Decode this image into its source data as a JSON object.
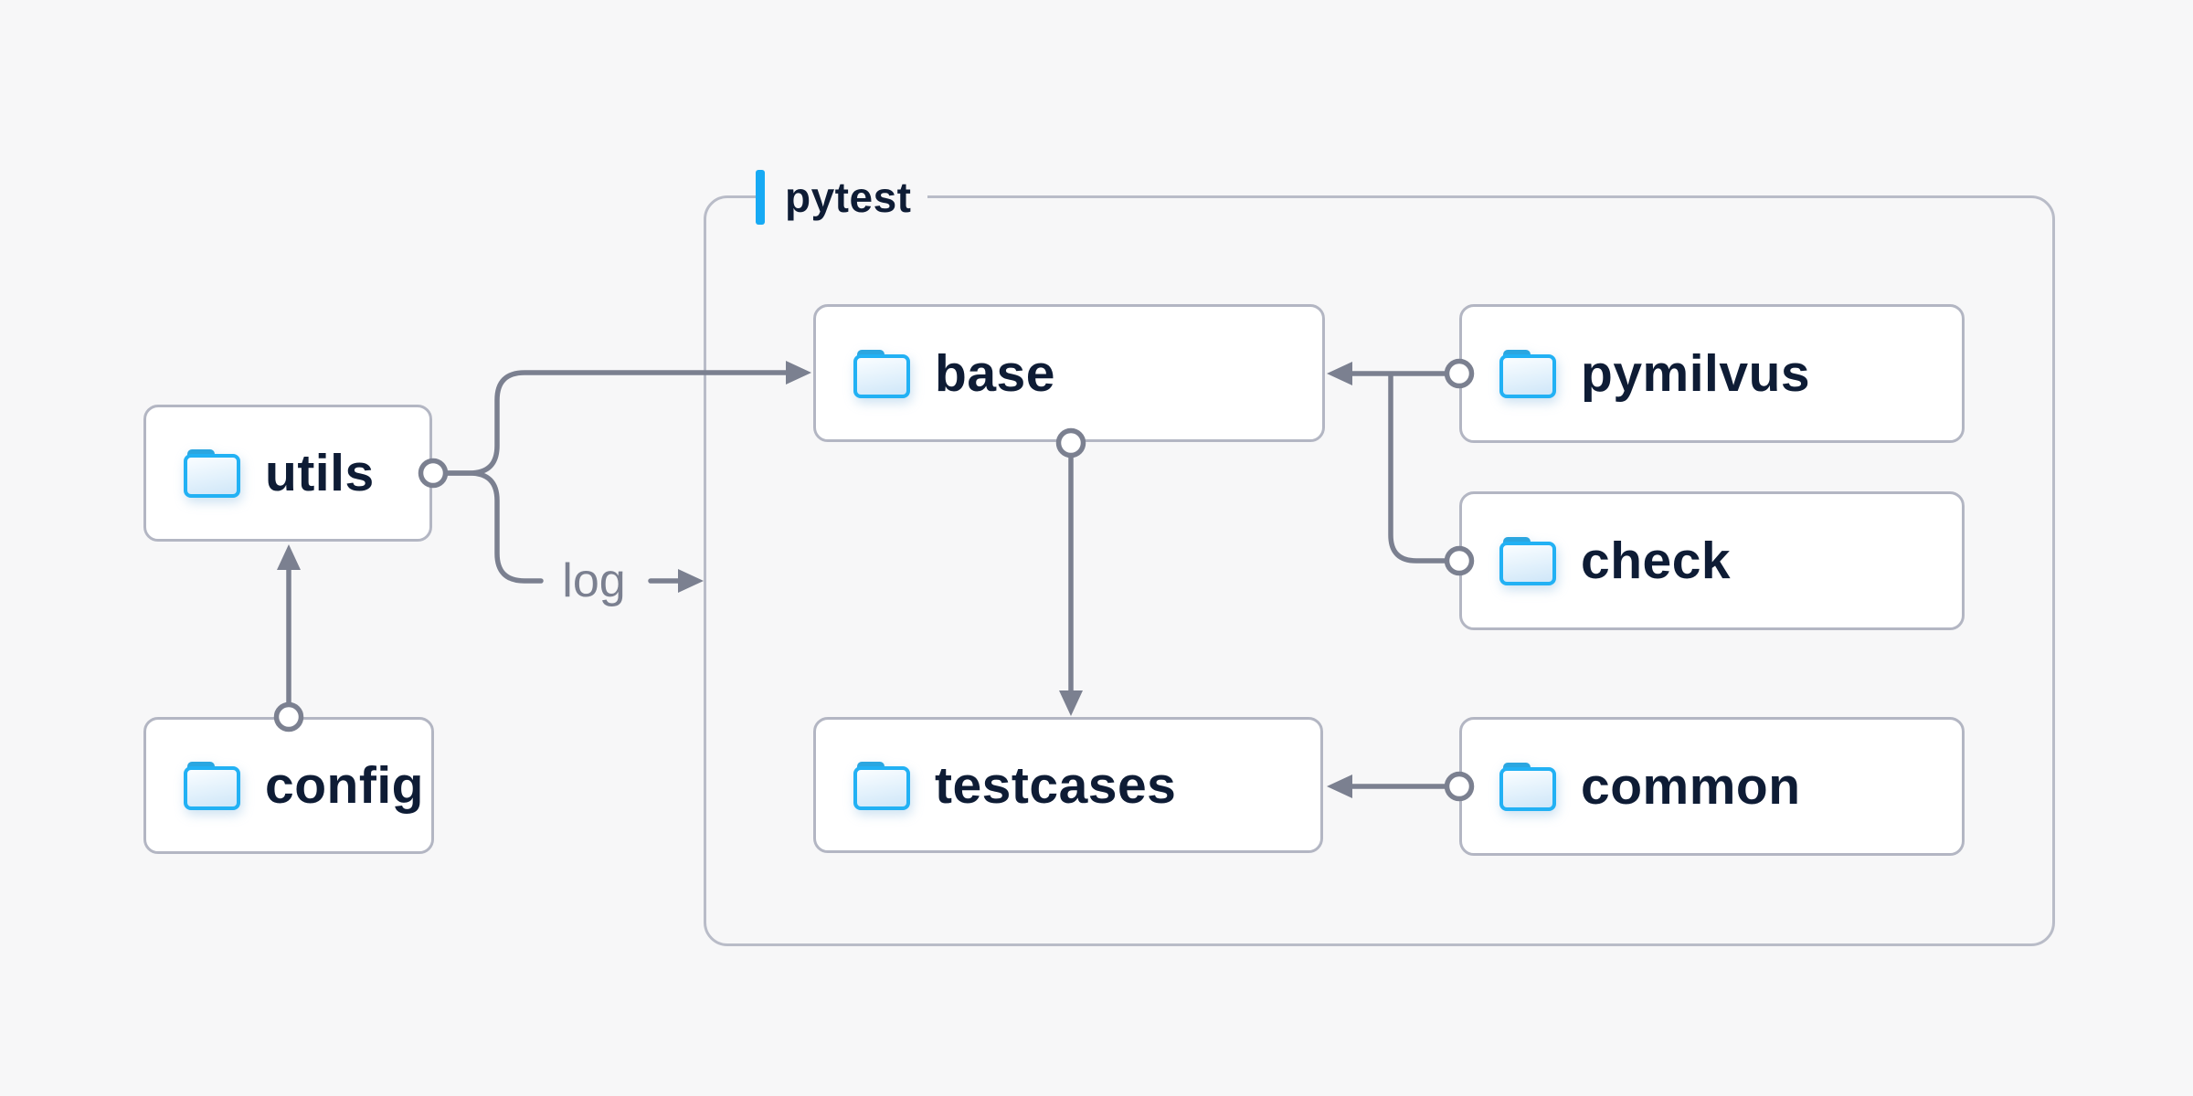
{
  "diagram": {
    "title_group": {
      "label": "pytest"
    },
    "nodes": {
      "utils": {
        "label": "utils"
      },
      "config": {
        "label": "config"
      },
      "base": {
        "label": "base"
      },
      "testcases": {
        "label": "testcases"
      },
      "pymilvus": {
        "label": "pymilvus"
      },
      "check": {
        "label": "check"
      },
      "common": {
        "label": "common"
      }
    },
    "edges": {
      "log_label": "log",
      "list": [
        "config -> utils",
        "utils -> base",
        "utils -> log",
        "base -> testcases",
        "pymilvus -> base",
        "check -> base",
        "common -> testcases"
      ]
    },
    "colors": {
      "background": "#f7f7f8",
      "node_fill": "#ffffff",
      "node_border": "#b3b6c3",
      "group_border": "#b9bcc8",
      "node_text": "#0e1c35",
      "connector": "#7b8090",
      "accent_blue": "#17aaf4",
      "folder_stroke": "#22b1f4",
      "folder_tab": "#2ba6e0"
    }
  }
}
